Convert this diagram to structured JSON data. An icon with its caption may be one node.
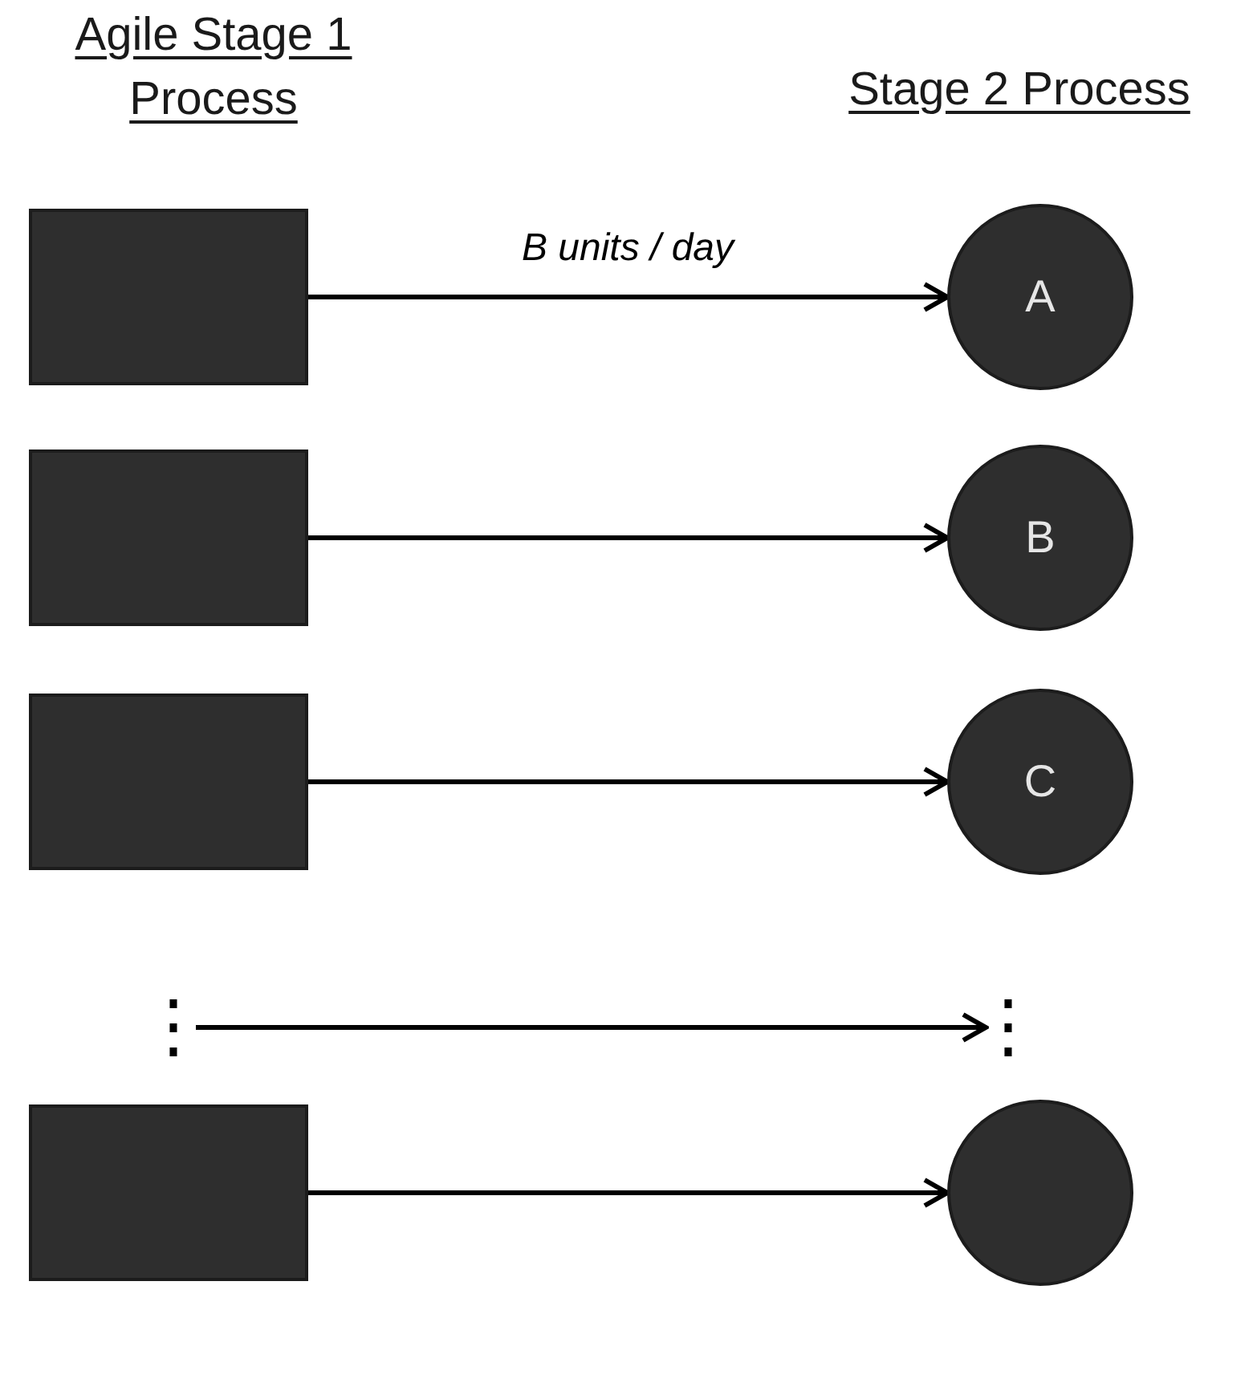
{
  "diagram": {
    "nodes": [
      {
        "text": [],
        "shape": "box"
      },
      {
        "text": [
          "A"
        ]
      },
      {
        "text": [],
        "shape": "box"
      },
      {
        "text": [
          "B"
        ]
      },
      {
        "text": [],
        "shape": "box"
      },
      {
        "text": [
          "C"
        ]
      },
      {
        "text": [
          "⋮"
        ]
      },
      {
        "text": [
          "⋮"
        ]
      },
      {
        "text": [],
        "shape": "box"
      },
      {
        "text": [],
        "shape": "circle"
      }
    ],
    "edges": [
      {
        "from": 0,
        "to": 1,
        "arrow": "to",
        "label": "B units / day"
      },
      {
        "from": 2,
        "to": 3,
        "arrow": "to"
      },
      {
        "from": 4,
        "to": 5,
        "arrow": "to"
      },
      {
        "from": 6,
        "to": 7,
        "arrow": "to"
      },
      {
        "from": 8,
        "to": 9,
        "arrow": "to"
      }
    ],
    "labels": [
      "Agile Stage 1 Process",
      "Stage 2 Process"
    ]
  }
}
